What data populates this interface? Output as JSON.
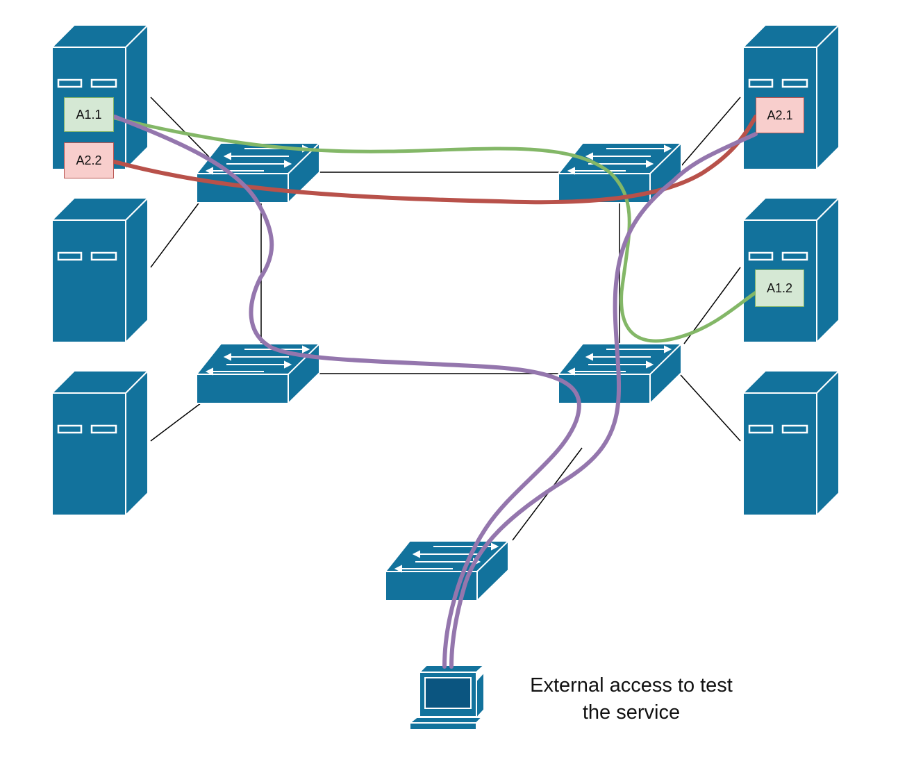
{
  "colors": {
    "device": "#12729c",
    "line": "#000000",
    "green_path": "#83b767",
    "red_path": "#b8514a",
    "purple_path": "#9476ad",
    "green_fill": "#d5e8d4",
    "green_border": "#82b366",
    "red_fill": "#f8cecc",
    "red_border": "#b85450"
  },
  "servers": {
    "top_left": "server-icon",
    "mid_left": "server-icon",
    "bottom_left": "server-icon",
    "top_right": "server-icon",
    "mid_right": "server-icon",
    "bottom_right": "server-icon"
  },
  "switches": [
    "switch-icon",
    "switch-icon",
    "switch-icon",
    "switch-icon",
    "switch-icon"
  ],
  "labels": {
    "a11": "A1.1",
    "a22": "A2.2",
    "a21": "A2.1",
    "a12": "A1.2"
  },
  "client": {
    "icon": "computer-icon",
    "caption_line1": "External access to test",
    "caption_line2": "the service"
  }
}
